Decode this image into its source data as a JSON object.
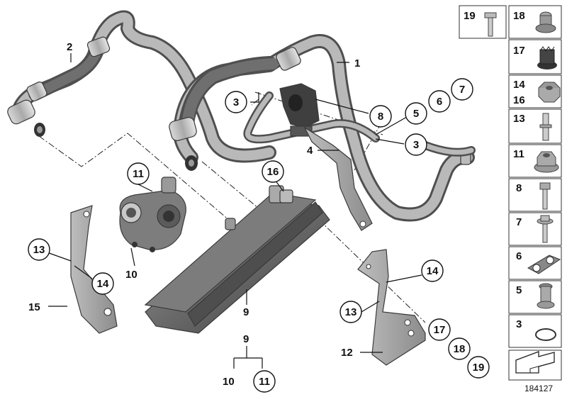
{
  "diagram": {
    "doc_number": "184127",
    "callouts": [
      {
        "id": "c-1",
        "text": "1",
        "circled": false
      },
      {
        "id": "c-2",
        "text": "2",
        "circled": false
      },
      {
        "id": "c-3a",
        "text": "3",
        "circled": true
      },
      {
        "id": "c-3b",
        "text": "3",
        "circled": true
      },
      {
        "id": "c-4",
        "text": "4",
        "circled": false
      },
      {
        "id": "c-5",
        "text": "5",
        "circled": true
      },
      {
        "id": "c-6",
        "text": "6",
        "circled": true
      },
      {
        "id": "c-7",
        "text": "7",
        "circled": true
      },
      {
        "id": "c-8",
        "text": "8",
        "circled": true
      },
      {
        "id": "c-9",
        "text": "9",
        "circled": false
      },
      {
        "id": "c-9b",
        "text": "9",
        "circled": false
      },
      {
        "id": "c-10",
        "text": "10",
        "circled": false
      },
      {
        "id": "c-10b",
        "text": "10",
        "circled": false
      },
      {
        "id": "c-11",
        "text": "11",
        "circled": true
      },
      {
        "id": "c-11b",
        "text": "11",
        "circled": true
      },
      {
        "id": "c-12",
        "text": "12",
        "circled": false
      },
      {
        "id": "c-13a",
        "text": "13",
        "circled": true
      },
      {
        "id": "c-13b",
        "text": "13",
        "circled": true
      },
      {
        "id": "c-14a",
        "text": "14",
        "circled": true
      },
      {
        "id": "c-14b",
        "text": "14",
        "circled": true
      },
      {
        "id": "c-15",
        "text": "15",
        "circled": false
      },
      {
        "id": "c-16",
        "text": "16",
        "circled": true
      },
      {
        "id": "c-17",
        "text": "17",
        "circled": true
      },
      {
        "id": "c-18",
        "text": "18",
        "circled": true
      },
      {
        "id": "c-19",
        "text": "19",
        "circled": true
      }
    ],
    "sidebar": [
      {
        "label": "19",
        "part": "bolt-icon"
      },
      {
        "label": "18",
        "part": "collar-nut-icon"
      },
      {
        "label": "17",
        "part": "grommet-icon"
      },
      {
        "label": "14",
        "label2": "16",
        "part": "hex-nut-icon"
      },
      {
        "label": "13",
        "part": "stud-bolt-icon"
      },
      {
        "label": "11",
        "part": "flange-nut-icon"
      },
      {
        "label": "8",
        "part": "hex-bolt-icon"
      },
      {
        "label": "7",
        "part": "washer-bolt-icon"
      },
      {
        "label": "6",
        "part": "hose-clip-icon"
      },
      {
        "label": "5",
        "part": "spacer-sleeve-icon"
      },
      {
        "label": "3",
        "part": "o-ring-icon"
      },
      {
        "label": "",
        "part": "arrow-icon"
      }
    ]
  }
}
